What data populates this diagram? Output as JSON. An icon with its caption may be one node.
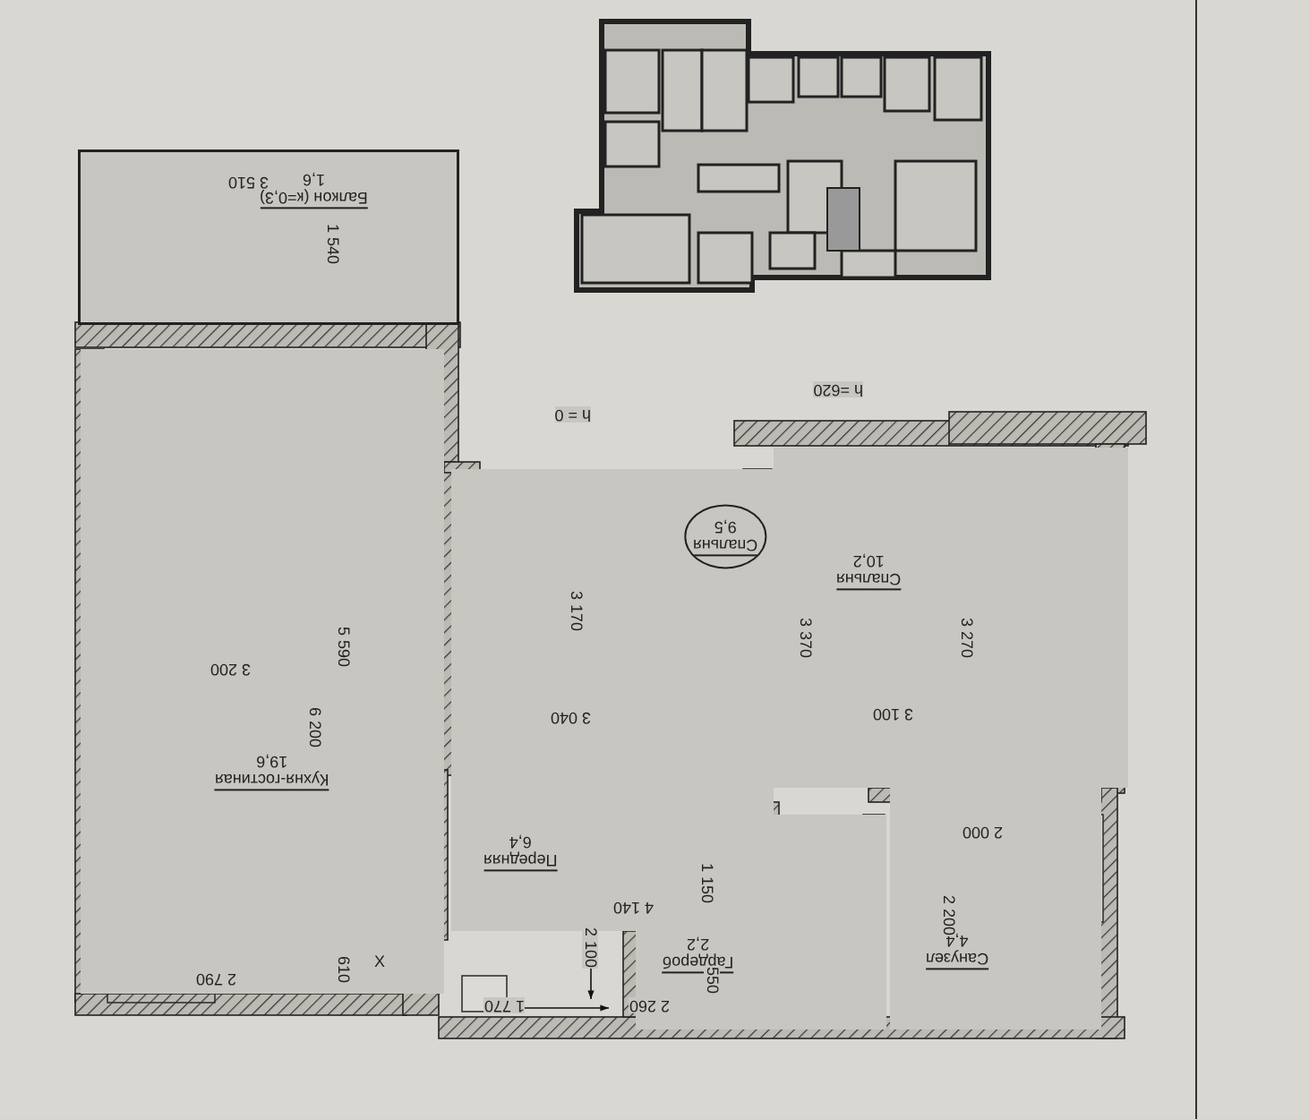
{
  "diagram": {
    "nodes": [
      {
        "text": [
          "Балкон (к=0,3)",
          "1,6"
        ]
      },
      {
        "text": [
          "Кухня-гостиная",
          "19,6"
        ]
      },
      {
        "text": [
          "Спальня",
          "9,5"
        ]
      },
      {
        "text": [
          "Спальня",
          "10,2"
        ]
      },
      {
        "text": [
          "Передняя",
          "6,4"
        ]
      },
      {
        "text": [
          "Гардероб",
          "2,2"
        ]
      },
      {
        "text": [
          "Санузел",
          "4,4"
        ]
      }
    ],
    "labels": [
      "3 510",
      "1 540",
      "h = 0",
      "h =620",
      "5 590",
      "6 200",
      "3 200",
      "3 170",
      "3 040",
      "3 370",
      "3 270",
      "3 100",
      "2 200",
      "2 000",
      "1 150",
      "4 140",
      "2 100",
      "610",
      "X",
      "2 790",
      "1 770",
      "550",
      "2 260"
    ]
  }
}
